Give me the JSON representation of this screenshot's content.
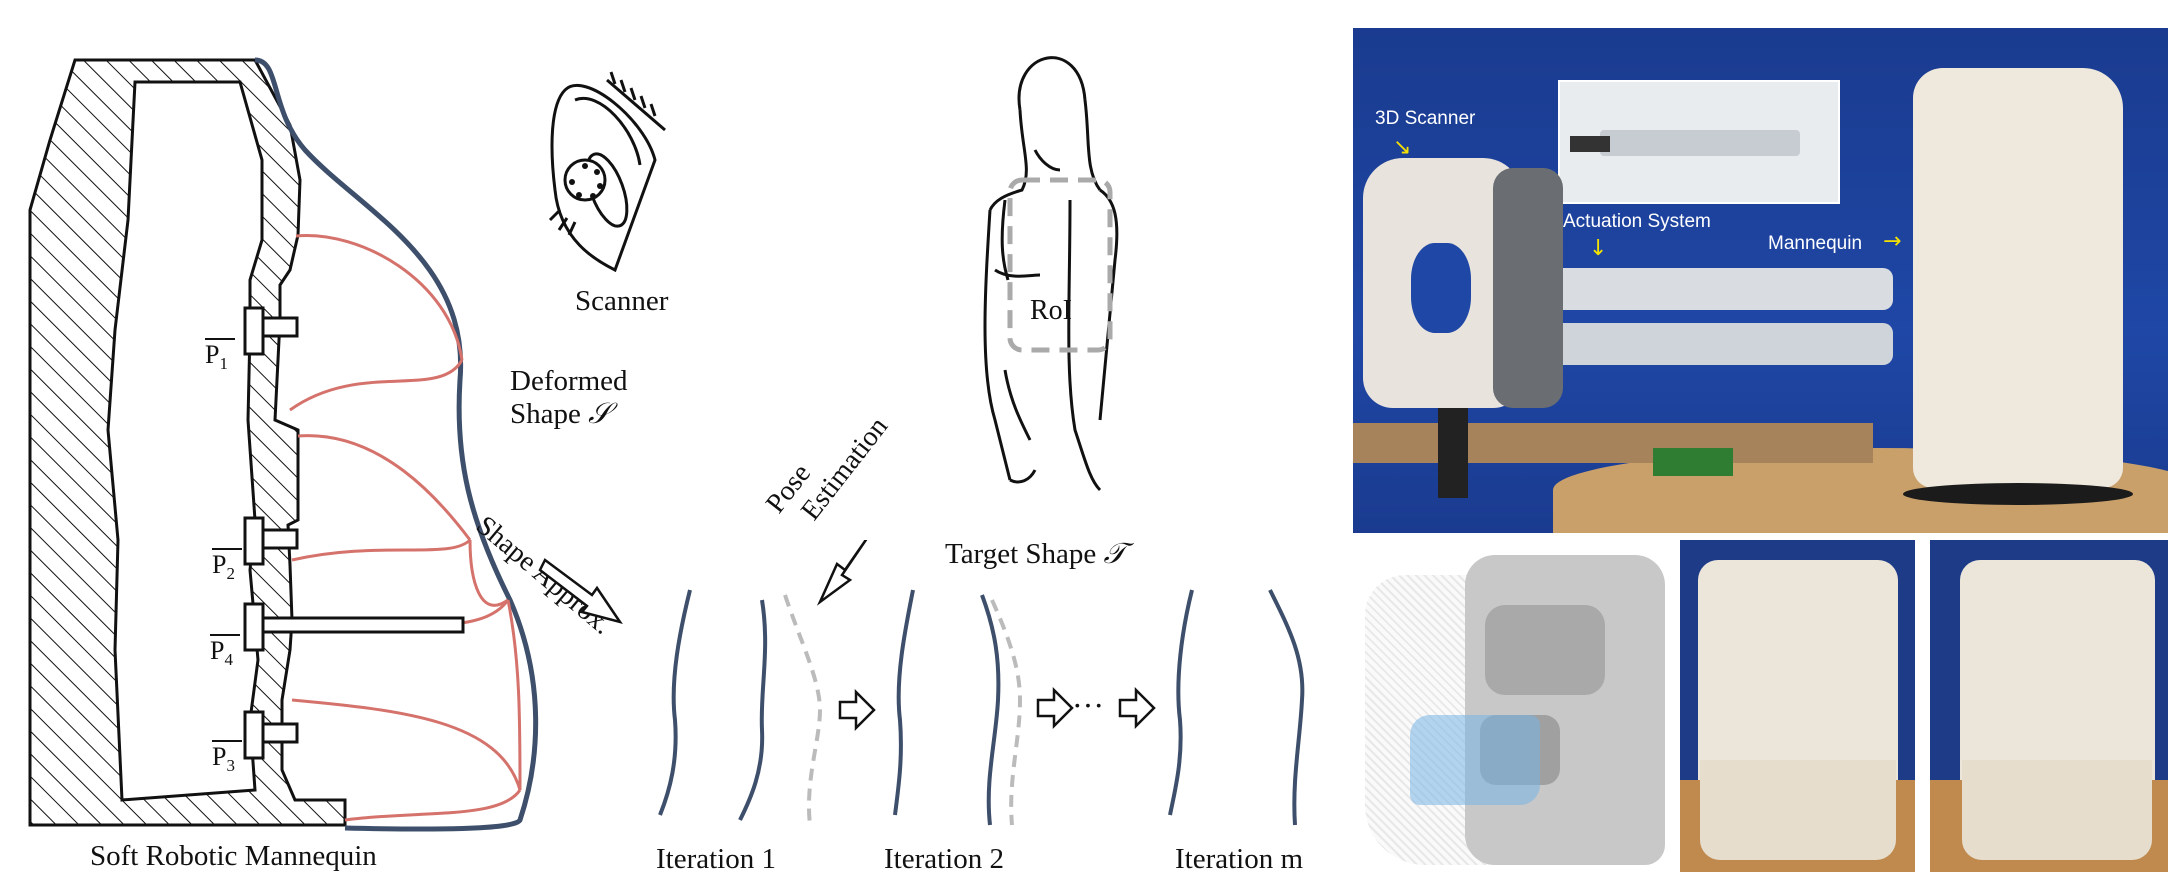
{
  "diagram": {
    "mannequin_caption": "Soft Robotic Mannequin",
    "actuators": [
      {
        "id": "p1",
        "label": "P",
        "sub": "1"
      },
      {
        "id": "p2",
        "label": "P",
        "sub": "2"
      },
      {
        "id": "p4",
        "label": "P",
        "sub": "4"
      },
      {
        "id": "p3",
        "label": "P",
        "sub": "3"
      }
    ],
    "scanner_label": "Scanner",
    "deformed_label_line1": "Deformed",
    "deformed_label_line2": "Shape",
    "deformed_symbol": "𝒮",
    "shape_approx_label": "Shape Approx.",
    "pose_label_line1": "Pose",
    "pose_label_line2": "Estimation",
    "roi_label": "RoI",
    "target_label": "Target Shape",
    "target_symbol": "𝒯",
    "ellipsis": "···",
    "iterations": [
      "Iteration 1",
      "Iteration 2",
      "Iteration m"
    ]
  },
  "photo": {
    "scanner_label": "3D Scanner",
    "actuation_label": "Actuation System",
    "mannequin_label": "Mannequin"
  },
  "colors": {
    "outline": "#3d4f6b",
    "red_curve": "#d4726b",
    "dashed": "#bbbbbb",
    "photo_bg": "#1c3f96",
    "callout_arrow": "#f5e100"
  }
}
